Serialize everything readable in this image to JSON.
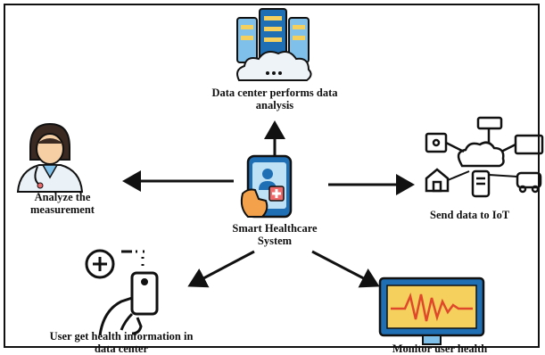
{
  "nodes": {
    "center": {
      "label_line1": "Smart Healthcare",
      "label_line2": "System"
    },
    "top": {
      "label_line1": "Data center performs data",
      "label_line2": "analysis"
    },
    "left": {
      "label_line1": "Analyze the",
      "label_line2": "measurement"
    },
    "right": {
      "label_line1": "Send data to IoT"
    },
    "bottom_left": {
      "label_line1": "User get health information in",
      "label_line2": "data center"
    },
    "bottom_right": {
      "label_line1": "Monitor user health"
    }
  },
  "icons": {
    "center": "smartphone-medical-icon",
    "top": "server-cloud-icon",
    "left": "doctor-icon",
    "right": "iot-network-icon",
    "bottom_left": "hand-device-icon",
    "bottom_right": "heart-monitor-icon"
  },
  "colors": {
    "ink": "#111111",
    "blue": "#1f6fb5",
    "light_blue": "#7fc0ea",
    "orange": "#f3a14a",
    "skin": "#f6cfa5",
    "pink": "#ef6b6b",
    "yellow": "#f5d05c"
  }
}
